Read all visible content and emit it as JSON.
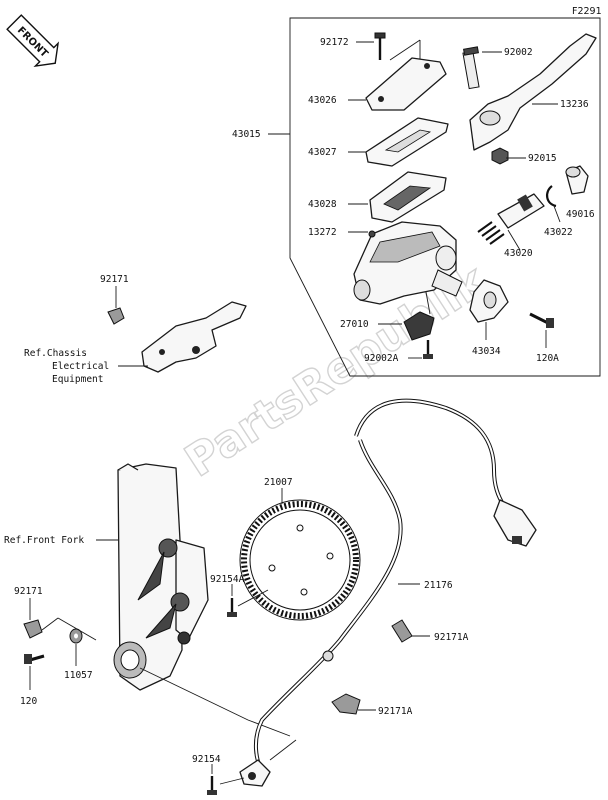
{
  "diagram_id": "F2291",
  "front_badge": "FRONT",
  "watermark": "PartsRepublik",
  "labels": {
    "p92172": "92172",
    "p92002": "92002",
    "p43026": "43026",
    "p13236": "13236",
    "p43015": "43015",
    "p43027": "43027",
    "p92015": "92015",
    "p43028": "43028",
    "p49016": "49016",
    "p13272": "13272",
    "p43022": "43022",
    "p43020": "43020",
    "p92171_top": "92171",
    "p27010": "27010",
    "p92002a": "92002A",
    "p43034": "43034",
    "p120a": "120A",
    "p21007": "21007",
    "p92154a": "92154A",
    "p21176": "21176",
    "p92171_left": "92171",
    "p11057": "11057",
    "p120": "120",
    "p92171a_1": "92171A",
    "p92171a_2": "92171A",
    "p92154": "92154"
  },
  "refs": {
    "chassis_line1": "Ref.Chassis",
    "chassis_line2": "Electrical",
    "chassis_line3": "Equipment",
    "front_fork": "Ref.Front Fork"
  }
}
